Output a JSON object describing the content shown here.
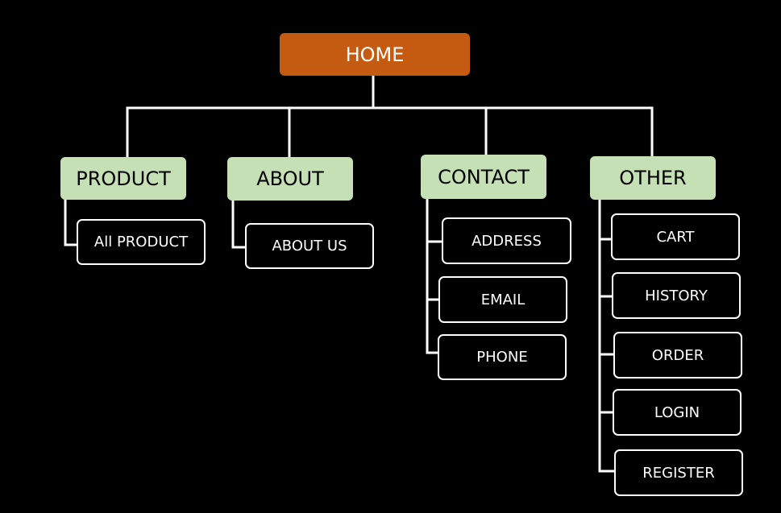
{
  "colors": {
    "background": "#000000",
    "root_fill": "#c55a11",
    "category_fill": "#c5e0b4",
    "leaf_border": "#ffffff",
    "connector": "#ffffff"
  },
  "root": {
    "label": "HOME"
  },
  "categories": [
    {
      "label": "PRODUCT",
      "children": [
        "All PRODUCT"
      ]
    },
    {
      "label": "ABOUT",
      "children": [
        "ABOUT US"
      ]
    },
    {
      "label": "CONTACT",
      "children": [
        "ADDRESS",
        "EMAIL",
        "PHONE"
      ]
    },
    {
      "label": "OTHER",
      "children": [
        "CART",
        "HISTORY",
        "ORDER",
        "LOGIN",
        "REGISTER"
      ]
    }
  ]
}
